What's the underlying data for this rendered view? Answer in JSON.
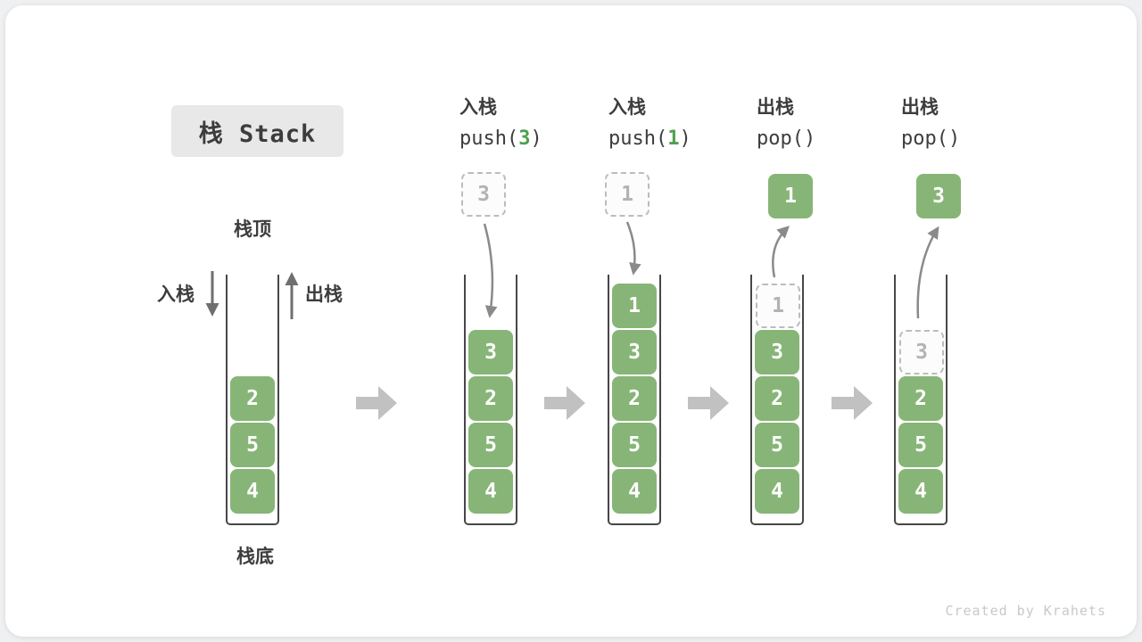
{
  "title": "栈 Stack",
  "watermark": "Created by Krahets",
  "colors": {
    "block_green": "#87b577",
    "code_accent_green": "#4f9e51",
    "ghost_gray": "#bcbcbc",
    "curve_arrow_gray": "#8a8a8a",
    "step_arrow_gray": "#c1c1c1",
    "wall_gray": "#474747",
    "title_box_bg": "#e8e8e8"
  },
  "stack_labels": {
    "top": "栈顶",
    "bottom": "栈底",
    "push": "入栈",
    "pop": "出栈"
  },
  "operations": [
    {
      "name": "入栈",
      "code_pre": "push(",
      "arg": "3",
      "code_post": ")"
    },
    {
      "name": "入栈",
      "code_pre": "push(",
      "arg": "1",
      "code_post": ")"
    },
    {
      "name": "出栈",
      "code_pre": "pop(",
      "arg": "",
      "code_post": ")"
    },
    {
      "name": "出栈",
      "code_pre": "pop(",
      "arg": "",
      "code_post": ")"
    }
  ],
  "stacks": [
    {
      "blocks": [
        "2",
        "5",
        "4"
      ]
    },
    {
      "incoming": "3",
      "blocks": [
        "3",
        "2",
        "5",
        "4"
      ]
    },
    {
      "incoming": "1",
      "blocks": [
        "1",
        "3",
        "2",
        "5",
        "4"
      ]
    },
    {
      "outgoing": "1",
      "ghost": "1",
      "blocks": [
        "3",
        "2",
        "5",
        "4"
      ]
    },
    {
      "outgoing": "3",
      "ghost": "3",
      "blocks": [
        "2",
        "5",
        "4"
      ]
    }
  ]
}
